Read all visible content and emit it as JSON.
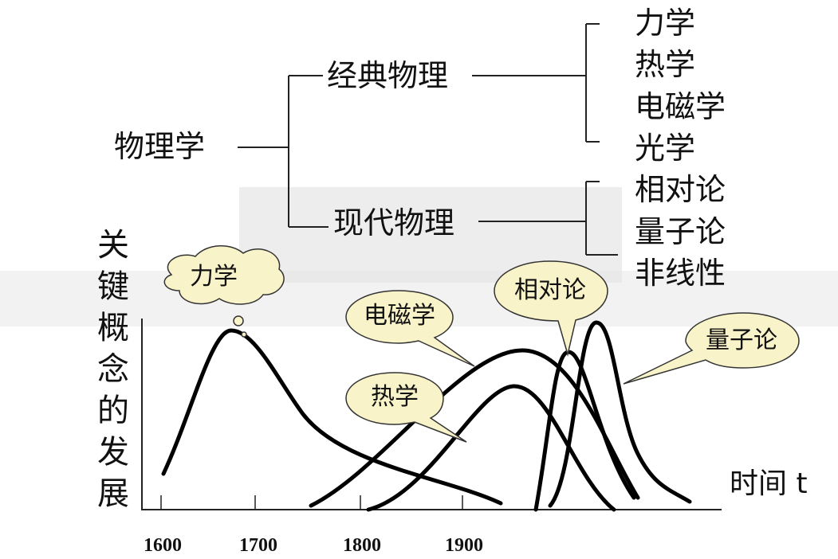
{
  "tree": {
    "root": "物理学",
    "classical": {
      "label": "经典物理",
      "children": [
        "力学",
        "热学",
        "电磁学",
        "光学"
      ]
    },
    "modern": {
      "label": "现代物理",
      "children": [
        "相对论",
        "量子论",
        "非线性"
      ]
    }
  },
  "chart": {
    "ylabel": "关键概念的发展",
    "xlabel": "时间 t",
    "ticks": [
      "1600",
      "1700",
      "1800",
      "1900"
    ],
    "bubbles": {
      "mechanics": "力学",
      "em": "电磁学",
      "thermo": "热学",
      "relativity": "相对论",
      "quantum": "量子论"
    }
  }
}
